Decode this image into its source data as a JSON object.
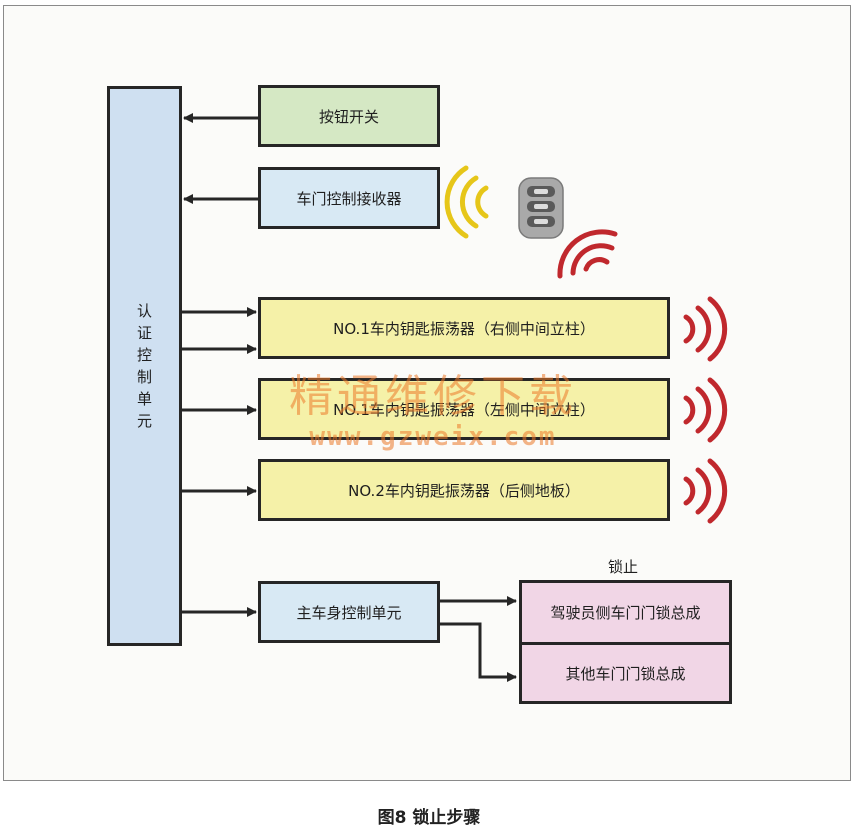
{
  "diagram": {
    "auth_unit": [
      "认",
      "证",
      "控",
      "制",
      "单",
      "元"
    ],
    "button_switch": "按钮开关",
    "door_receiver": "车门控制接收器",
    "osc1": "NO.1车内钥匙振荡器（右侧中间立柱）",
    "osc2": "NO.1车内钥匙振荡器（左侧中间立柱）",
    "osc3": "NO.2车内钥匙振荡器（后侧地板）",
    "main_body_ecu": "主车身控制单元",
    "lock_label": "锁止",
    "driver_lock": "驾驶员侧车门门锁总成",
    "other_lock": "其他车门门锁总成"
  },
  "watermark": {
    "line1": "精通维修下载",
    "line2": "www.gzweix.com"
  },
  "caption": "图8  锁止步骤",
  "colors": {
    "auth": "#cfe0f1",
    "green": "#d5e8c4",
    "light_blue": "#d8e9f4",
    "yellow": "#f5f1a8",
    "pink": "#f1d6e6",
    "signal_red": "#c0282d",
    "signal_yellow": "#e6c619"
  },
  "icons": [
    "key-fob-icon",
    "signal-wave-icon"
  ]
}
